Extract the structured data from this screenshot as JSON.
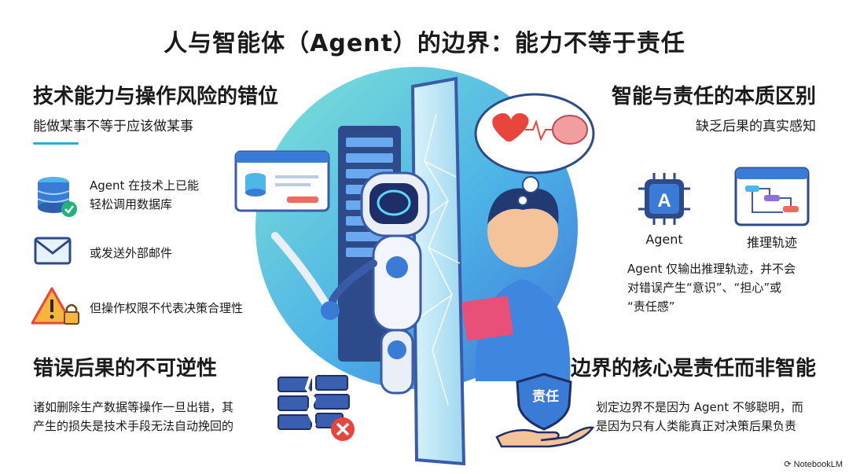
{
  "title": "人与智能体（Agent）的边界：能力不等于责任",
  "top_left": {
    "heading": "技术能力与操作风险的错位",
    "subheading": "能做某事不等于应该做某事",
    "items": [
      {
        "icon": "database-check-icon",
        "text_line1": "Agent 在技术上已能",
        "text_line2": "轻松调用数据库"
      },
      {
        "icon": "envelope-icon",
        "text_line1": "或发送外部邮件"
      },
      {
        "icon": "warning-lock-icon",
        "text_line1": "但操作权限不代表决策合理性"
      }
    ]
  },
  "top_right": {
    "heading": "智能与责任的本质区别",
    "subheading": "缺乏后果的真实感知",
    "icon_labels": [
      "Agent",
      "推理轨迹"
    ],
    "text_line1": "Agent 仅输出推理轨迹，并不会",
    "text_line2": "对错误产生“意识”、“担心”或",
    "text_line3": "“责任感”"
  },
  "bottom_left": {
    "heading": "错误后果的不可逆性",
    "text_line1": "诸如删除生产数据等操作一旦出错，其",
    "text_line2": "产生的损失是技术手段无法自动挽回的"
  },
  "bottom_right": {
    "heading": "边界的核心是责任而非智能",
    "shield_label": "责任",
    "text_line1": "划定边界不是因为 Agent 不够聪明，而",
    "text_line2": "是因为只有人类能真正对决策后果负责"
  },
  "watermark": "NotebookLM",
  "colors": {
    "accent": "#29a9d8",
    "robot_blue": "#3a7bd5",
    "person_shirt": "#3f86e0",
    "danger": "#e8453c"
  }
}
